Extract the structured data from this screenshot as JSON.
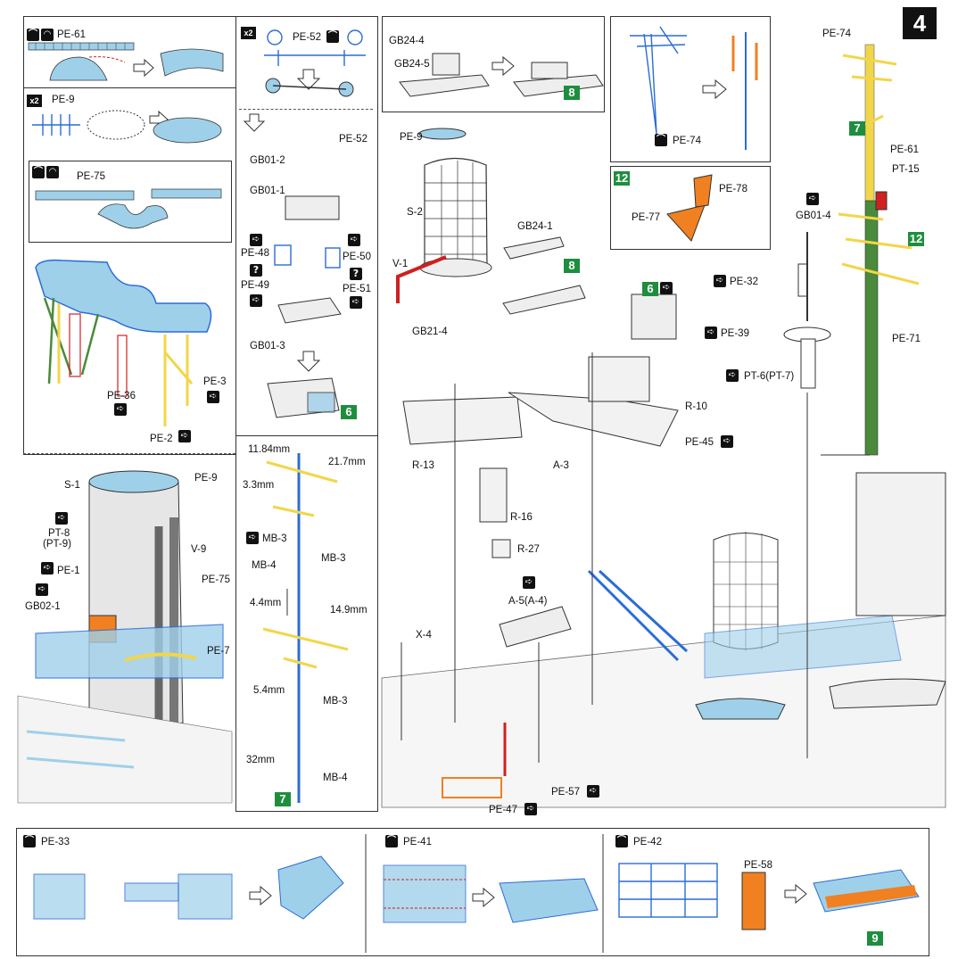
{
  "step_number": "4",
  "icons": {
    "bend": "bend-icon",
    "curve": "curve-icon",
    "ref": "reference-arrow-icon",
    "question": "question-icon",
    "multiply": "x2"
  },
  "colors": {
    "light_blue": "#9fd0ea",
    "blue": "#2b6cd6",
    "yellow": "#f2d64a",
    "orange": "#f08020",
    "red": "#d02020",
    "green": "#1e8e3e",
    "gray": "#c9c9c9"
  },
  "labels": {
    "pe61_top": "PE-61",
    "pe9": "PE-9",
    "pe75_top": "PE-75",
    "pe36": "PE-36",
    "pe3": "PE-3",
    "pe2": "PE-2",
    "s1": "S-1",
    "pe9b": "PE-9",
    "pt8": "PT-8",
    "pt9": "(PT-9)",
    "v9": "V-9",
    "pe1": "PE-1",
    "pe75b": "PE-75",
    "gb021": "GB02-1",
    "pe7": "PE-7",
    "pe52": "PE-52",
    "pe52b": "PE-52",
    "gb012": "GB01-2",
    "gb011": "GB01-1",
    "pe48": "PE-48",
    "pe49": "PE-49",
    "pe50": "PE-50",
    "pe51": "PE-51",
    "gb013": "GB01-3",
    "m1184": "11.84mm",
    "m217": "21.7mm",
    "m33": "3.3mm",
    "mb3a": "MB-3",
    "mb4a": "MB-4",
    "mb3b": "MB-3",
    "m44": "4.4mm",
    "m149": "14.9mm",
    "m54": "5.4mm",
    "mb3c": "MB-3",
    "m32": "32mm",
    "mb4b": "MB-4",
    "gb244": "GB24-4",
    "gb245": "GB24-5",
    "pe9c": "PE-9",
    "s2": "S-2",
    "v1": "V-1",
    "gb241": "GB24-1",
    "gb214": "GB21-4",
    "r13": "R-13",
    "a3": "A-3",
    "r10": "R-10",
    "pe45": "PE-45",
    "r16": "R-16",
    "r27": "R-27",
    "a5": "A-5(A-4)",
    "x4": "X-4",
    "pe57": "PE-57",
    "pe47": "PE-47",
    "pe74a": "PE-74",
    "pe77": "PE-77",
    "pe78": "PE-78",
    "pe74b": "PE-74",
    "pe61b": "PE-61",
    "pt15": "PT-15",
    "gb014": "GB01-4",
    "pe32": "PE-32",
    "pe39": "PE-39",
    "pt6": "PT-6(PT-7)",
    "pe71": "PE-71",
    "pe33": "PE-33",
    "pe41": "PE-41",
    "pe42": "PE-42",
    "pe58": "PE-58"
  },
  "steps": {
    "s8a": "8",
    "s8b": "8",
    "s6a": "6",
    "s6b": "6",
    "s7a": "7",
    "s7b": "7",
    "s12a": "12",
    "s12b": "12",
    "s9": "9"
  },
  "multipliers": {
    "a": "x2",
    "b": "x2"
  },
  "questions": {
    "q1": "?",
    "q2": "?"
  }
}
